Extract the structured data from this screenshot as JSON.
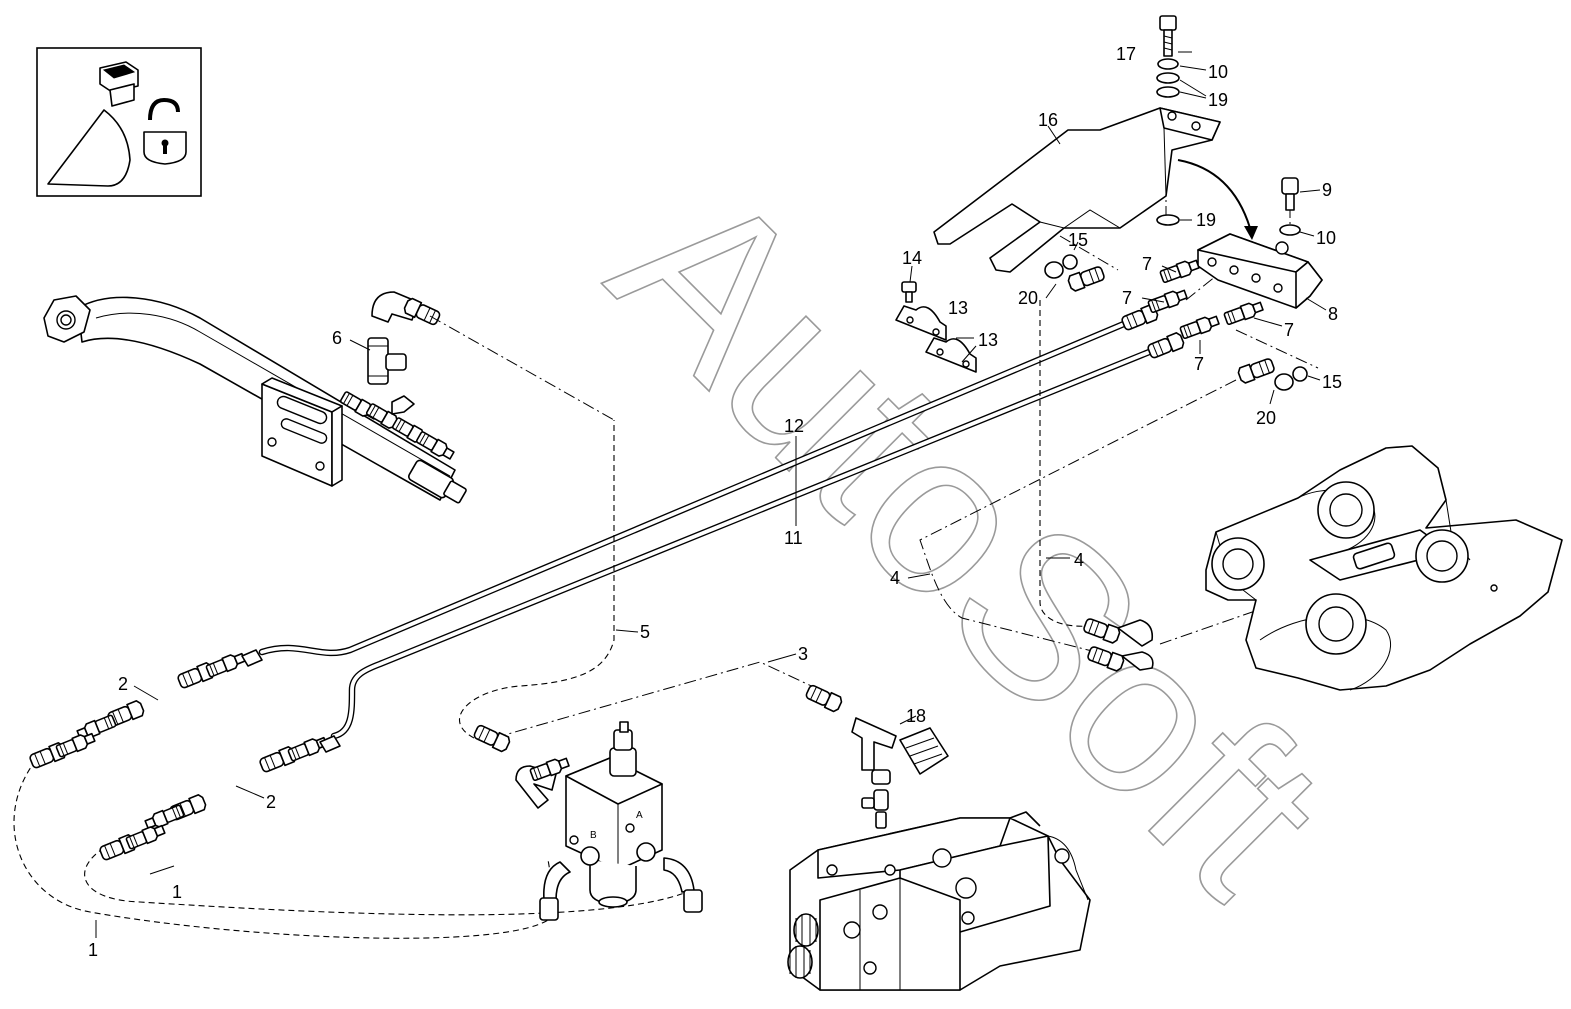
{
  "watermark": "AutoSoft",
  "colors": {
    "line": "#000000",
    "background": "#ffffff",
    "watermark_outline": "#9a9a9a"
  },
  "inset_icons": [
    "rocker-switch-icon",
    "bucket-icon",
    "unlock-padlock-icon"
  ],
  "callouts": [
    "1",
    "1",
    "2",
    "2",
    "3",
    "4",
    "4",
    "5",
    "6",
    "7",
    "7",
    "7",
    "7",
    "8",
    "9",
    "10",
    "10",
    "11",
    "12",
    "13",
    "13",
    "14",
    "15",
    "15",
    "16",
    "17",
    "18",
    "19",
    "19",
    "20",
    "20"
  ]
}
